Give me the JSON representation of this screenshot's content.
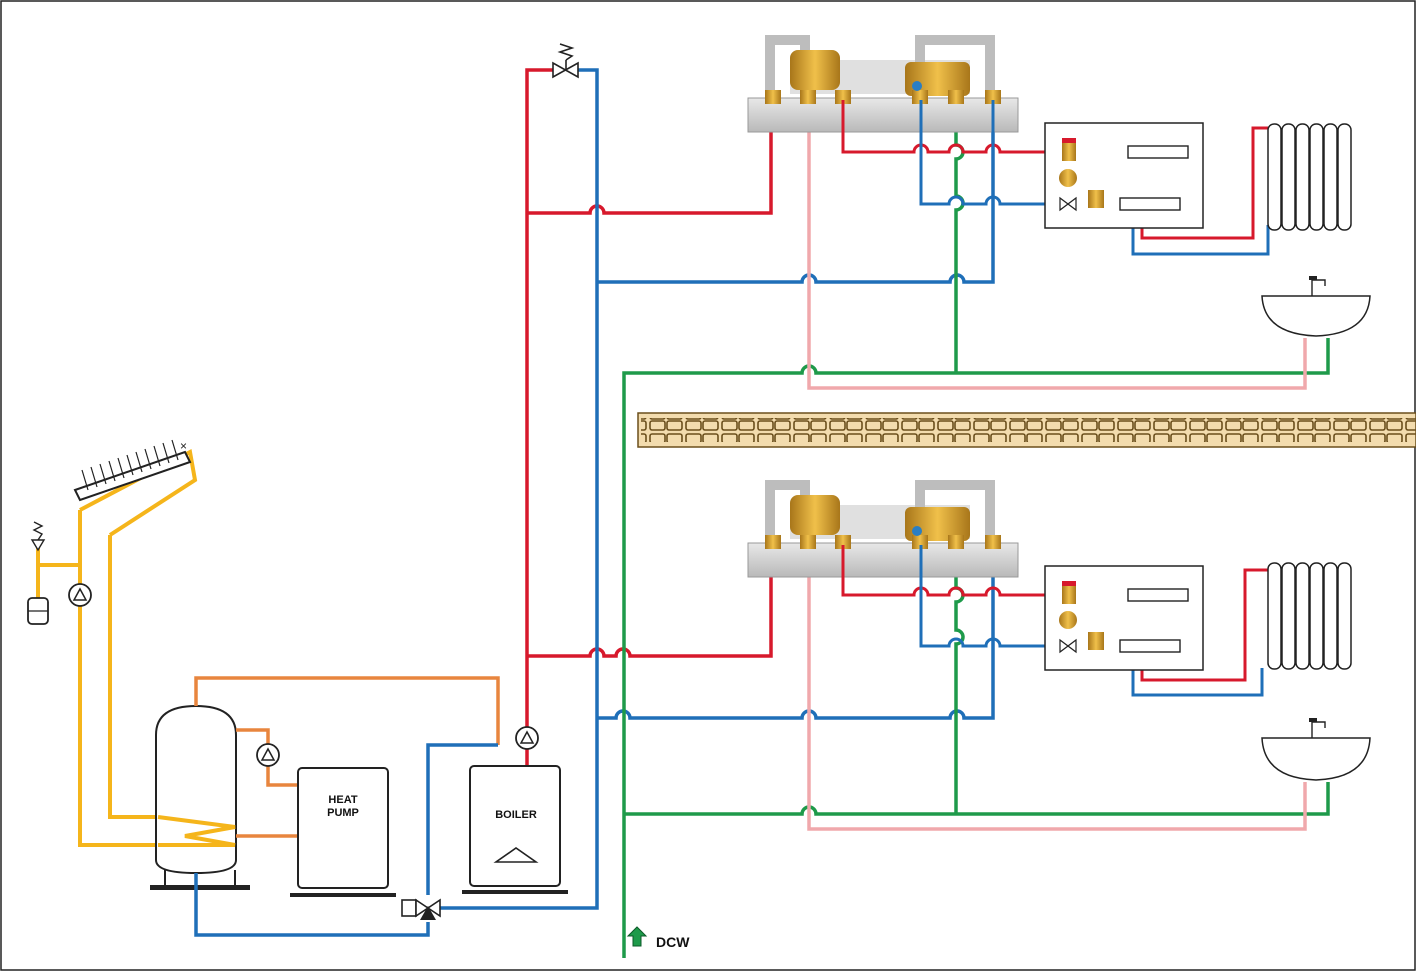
{
  "labels": {
    "heat_pump_line1": "HEAT",
    "heat_pump_line2": "PUMP",
    "boiler": "BOILER",
    "dcw": "DCW"
  },
  "colors": {
    "hot_supply": "#d7192c",
    "return": "#1f6fb8",
    "cold_water": "#1e9a4a",
    "recirculation": "#f0a8ac",
    "solar": "#f5b51b",
    "heat_pump": "#e8853e",
    "equipment_stroke": "#222222",
    "wall_fill": "#f3dcae",
    "wall_stroke": "#6b4f1c",
    "brass": "#d19a2a"
  },
  "icons": {
    "pump": "circle-with-triangle",
    "three_way_valve": "bowtie-triangles",
    "safety_valve": "spring-valve",
    "radiator": "column-radiator",
    "washbasin": "sink-with-tap",
    "solar_collector": "panel-with-sun-rays",
    "expansion_vessel": "rounded-rectangle",
    "boiler_flame": "triangle",
    "dcw_arrow": "up-arrow"
  }
}
